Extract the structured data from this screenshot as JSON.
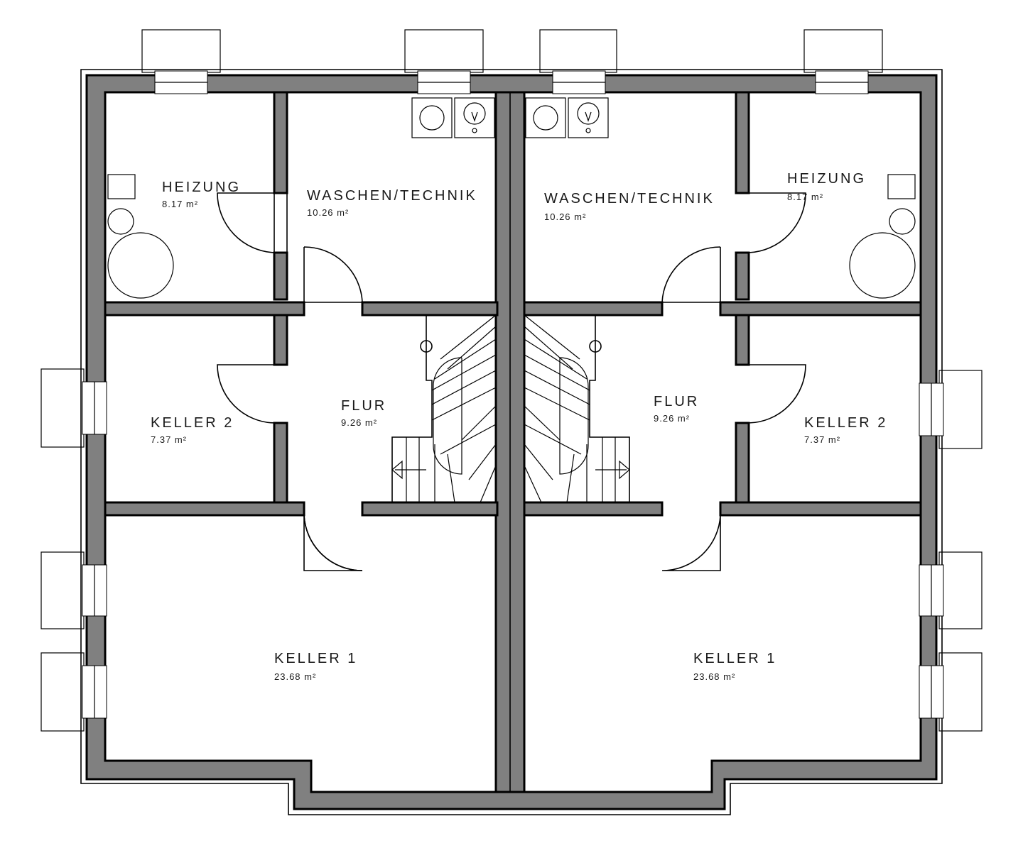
{
  "colors": {
    "wall": "#808080",
    "outline": "#000000",
    "background": "#ffffff"
  },
  "left": {
    "heizung": {
      "name": "HEIZUNG",
      "area": "8.17 m²"
    },
    "waschen": {
      "name": "WASCHEN/TECHNIK",
      "area": "10.26 m²"
    },
    "keller2": {
      "name": "KELLER 2",
      "area": "7.37 m²"
    },
    "flur": {
      "name": "FLUR",
      "area": "9.26 m²"
    },
    "keller1": {
      "name": "KELLER 1",
      "area": "23.68 m²"
    }
  },
  "right": {
    "heizung": {
      "name": "HEIZUNG",
      "area": "8.17 m²"
    },
    "waschen": {
      "name": "WASCHEN/TECHNIK",
      "area": "10.26 m²"
    },
    "keller2": {
      "name": "KELLER 2",
      "area": "7.37 m²"
    },
    "flur": {
      "name": "FLUR",
      "area": "9.26 m²"
    },
    "keller1": {
      "name": "KELLER 1",
      "area": "23.68 m²"
    }
  }
}
